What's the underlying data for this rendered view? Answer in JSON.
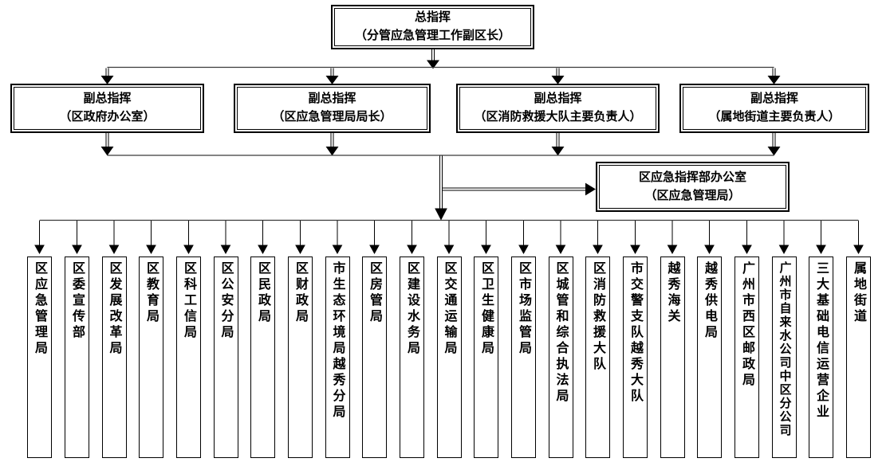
{
  "chart": {
    "commander": {
      "line1": "总指挥",
      "line2": "（分管应急管理工作副区长）"
    },
    "deputies": [
      {
        "line1": "副总指挥",
        "line2": "（区政府办公室）"
      },
      {
        "line1": "副总指挥",
        "line2": "（区应急管理局局长）"
      },
      {
        "line1": "副总指挥",
        "line2": "（区消防救援大队主要负责人）"
      },
      {
        "line1": "副总指挥",
        "line2": "（属地街道主要负责人）"
      }
    ],
    "office": {
      "line1": "区应急指挥部办公室",
      "line2": "（区应急管理局）"
    },
    "departments": [
      "区应急管理局",
      "区委宣传部",
      "区发展改革局",
      "区教育局",
      "区科工信局",
      "区公安分局",
      "区民政局",
      "区财政局",
      "市生态环境局越秀分局",
      "区房管局",
      "区建设水务局",
      "区交通运输局",
      "区卫生健康局",
      "区市场监管局",
      "区城管和综合执法局",
      "区消防救援大队",
      "市交警支队越秀大队",
      "越秀海关",
      "越秀供电局",
      "广州市西区邮政局",
      "广州市自来水公司中区分公司",
      "三大基础电信运营企业",
      "属地街道"
    ],
    "colors": {
      "line": "#000000",
      "bus_line": "#3a3a3a",
      "background": "#ffffff",
      "text": "#000000"
    }
  }
}
